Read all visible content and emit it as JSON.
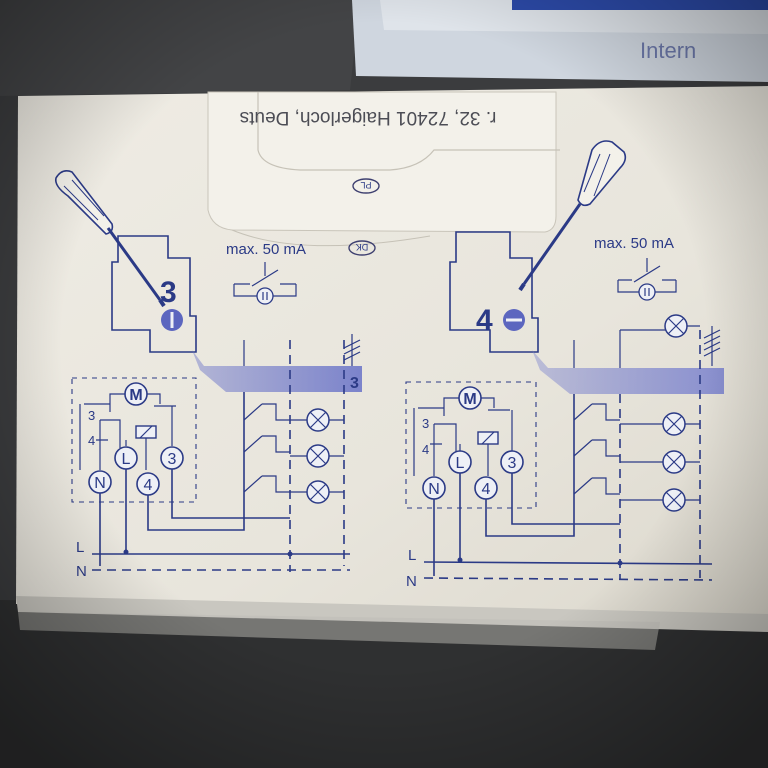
{
  "scene": {
    "address_strip": "r. 32, 72401 Haigerloch, Deuts",
    "flap_mark_pl": "PL",
    "flap_mark_dk": "DK",
    "top_box_brand_fragment": "Intern"
  },
  "panel_left": {
    "rating": "max. 50 mA",
    "mode_number": "3",
    "band_number": "3",
    "motor": "M",
    "wire_labels": [
      "3",
      "4"
    ],
    "terminals": [
      "N",
      "L",
      "4",
      "3"
    ],
    "mains": [
      "L",
      "N"
    ],
    "lamp_count": 3
  },
  "panel_right": {
    "rating": "max. 50 mA",
    "mode_number": "4",
    "motor": "M",
    "wire_labels": [
      "3",
      "4"
    ],
    "terminals": [
      "N",
      "L",
      "4",
      "3"
    ],
    "mains": [
      "L",
      "N"
    ],
    "lamp_count": 4
  },
  "colors": {
    "box": "#e9e6dd",
    "ink": "#2b3a86",
    "band": "#6f78c9",
    "background": "#3a3b3d"
  }
}
